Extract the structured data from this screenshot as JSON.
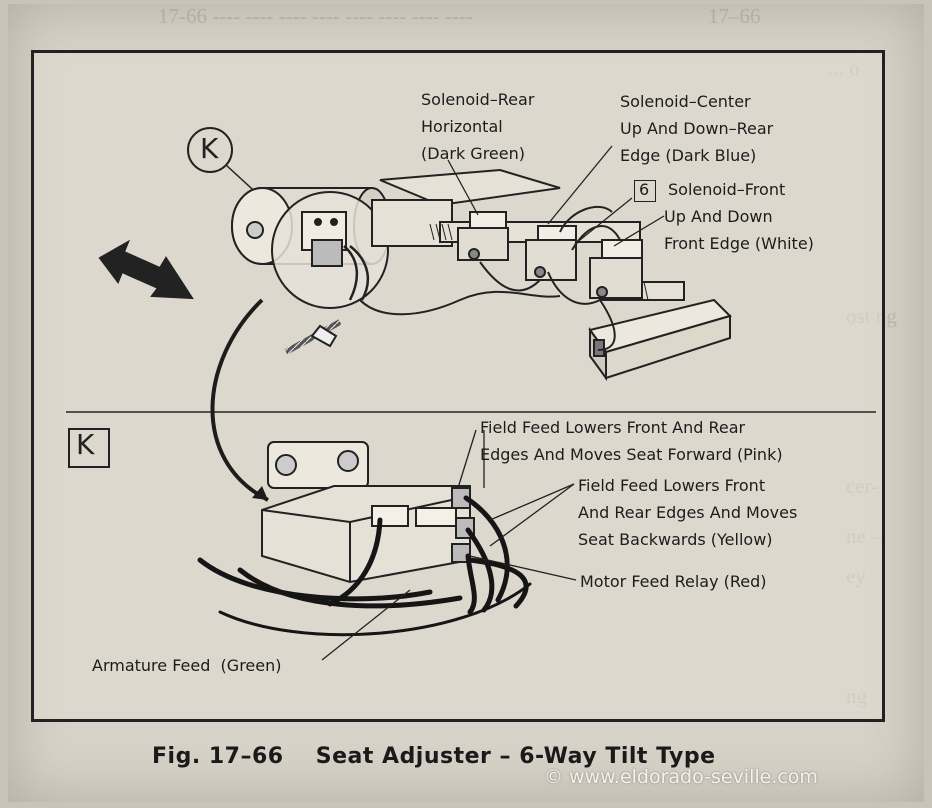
{
  "labels": {
    "solenoid_rear": [
      "Solenoid–Rear",
      "Horizontal",
      "(Dark Green)"
    ],
    "solenoid_center": [
      "Solenoid–Center",
      "Up And Down–Rear",
      "Edge (Dark Blue)"
    ],
    "solenoid_front_tag": "6",
    "solenoid_front": [
      "Solenoid–Front",
      "Up And Down",
      "Front Edge (White)"
    ],
    "detail_k_circle": "K",
    "detail_k_box": "K",
    "field_feed_forward": [
      "Field Feed Lowers Front And Rear",
      "Edges And Moves Seat Forward (Pink)"
    ],
    "field_feed_backward": [
      "Field Feed Lowers Front",
      "And Rear Edges And Moves",
      "Seat Backwards (Yellow)"
    ],
    "motor_feed_relay": "Motor Feed Relay (Red)",
    "armature_feed": "Armature Feed  (Green)"
  },
  "caption": {
    "figure_number": "Fig. 17–66",
    "title": "Seat Adjuster – 6-Way Tilt Type"
  },
  "watermark": "© www.eldorado-seville.com"
}
